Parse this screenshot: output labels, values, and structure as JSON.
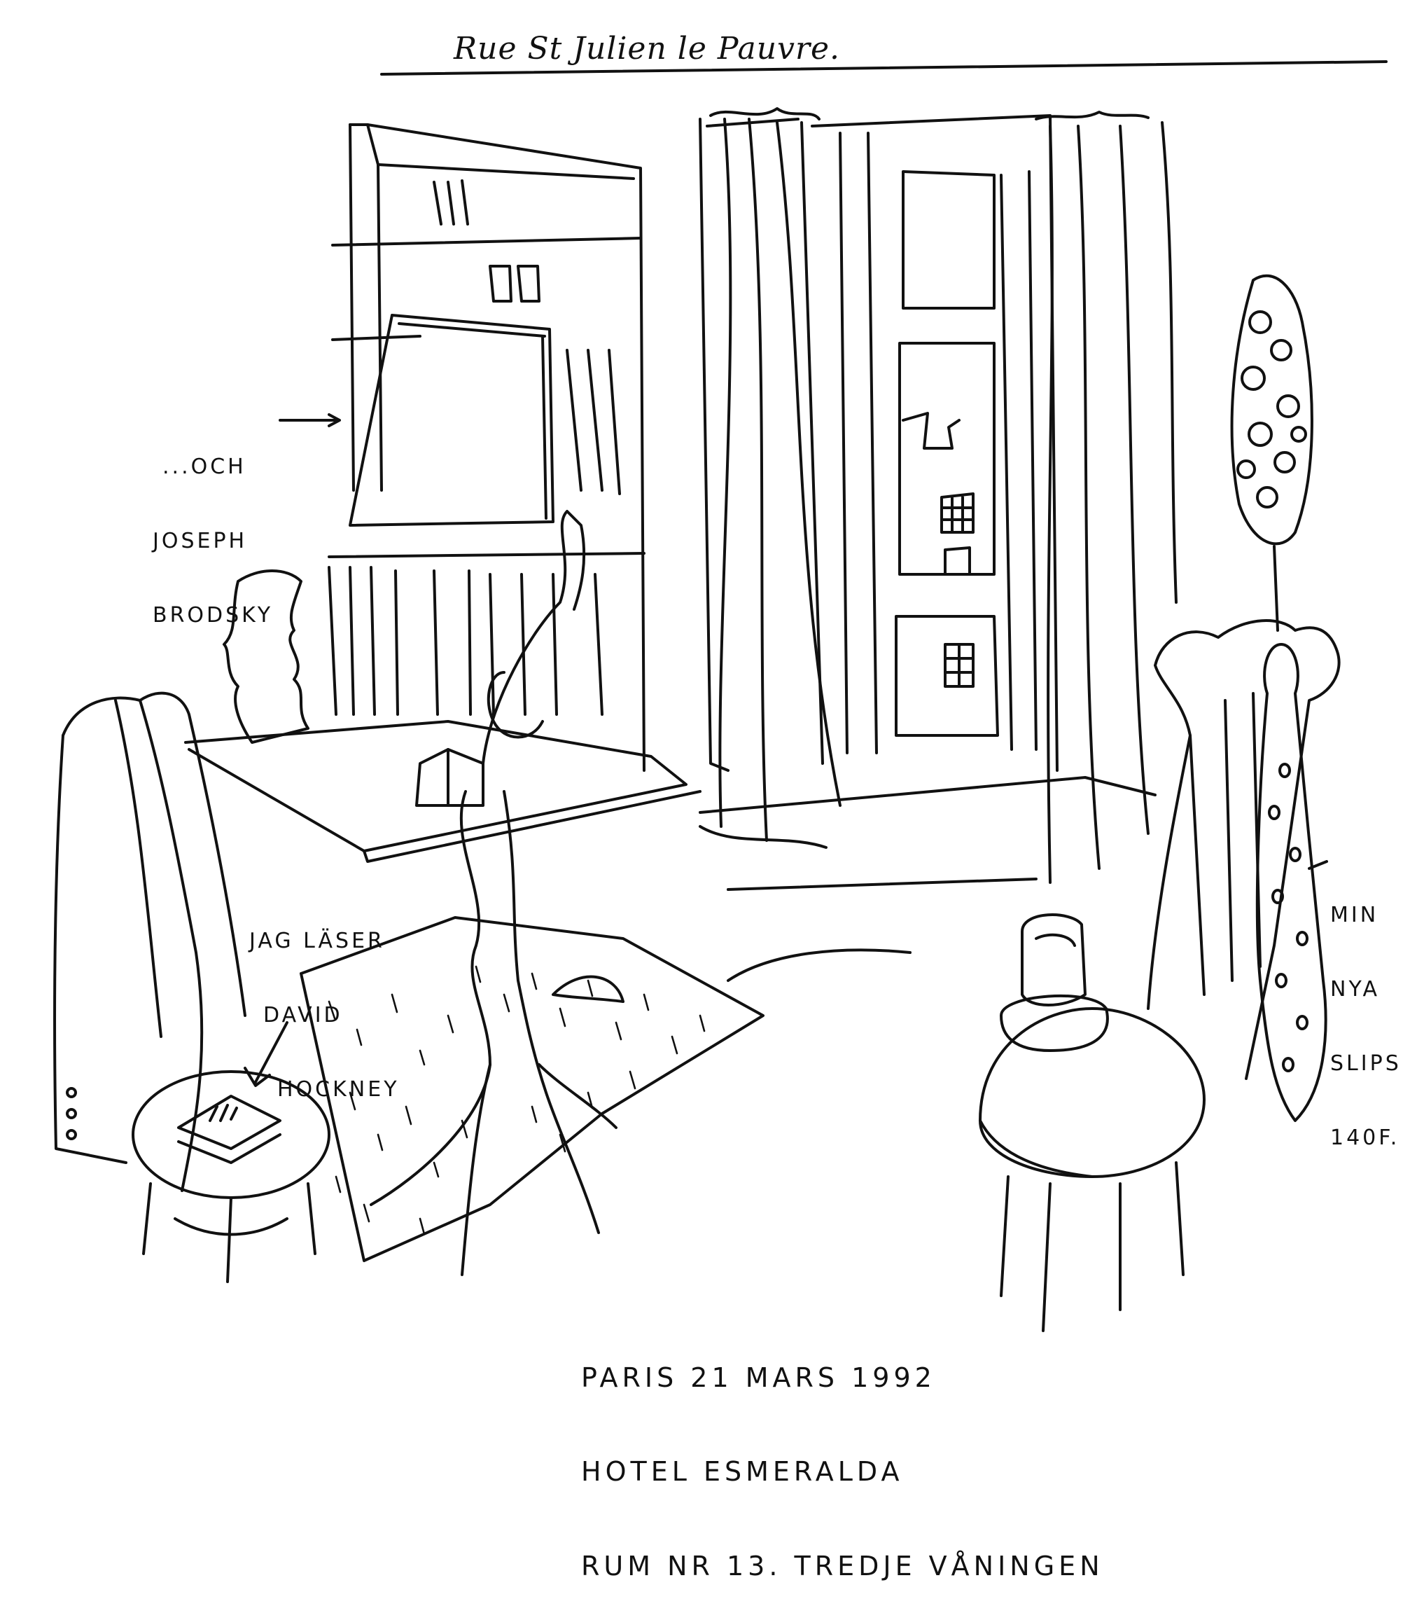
{
  "street_title": "Rue St Julien le Pauvre.",
  "notes": {
    "brodsky": [
      "...OCH",
      "JOSEPH",
      "BRODSKY"
    ],
    "hockney": [
      "JAG LÄSER",
      "DAVID",
      "HOCKNEY"
    ],
    "tie": [
      "MIN",
      "NYA",
      "SLIPS.",
      "140F."
    ]
  },
  "caption": {
    "line1": "PARIS 21 MARS 1992",
    "line2": "HOTEL ESMERALDA",
    "line3": "RUM NR 13. TREDJE VÅNINGEN"
  }
}
